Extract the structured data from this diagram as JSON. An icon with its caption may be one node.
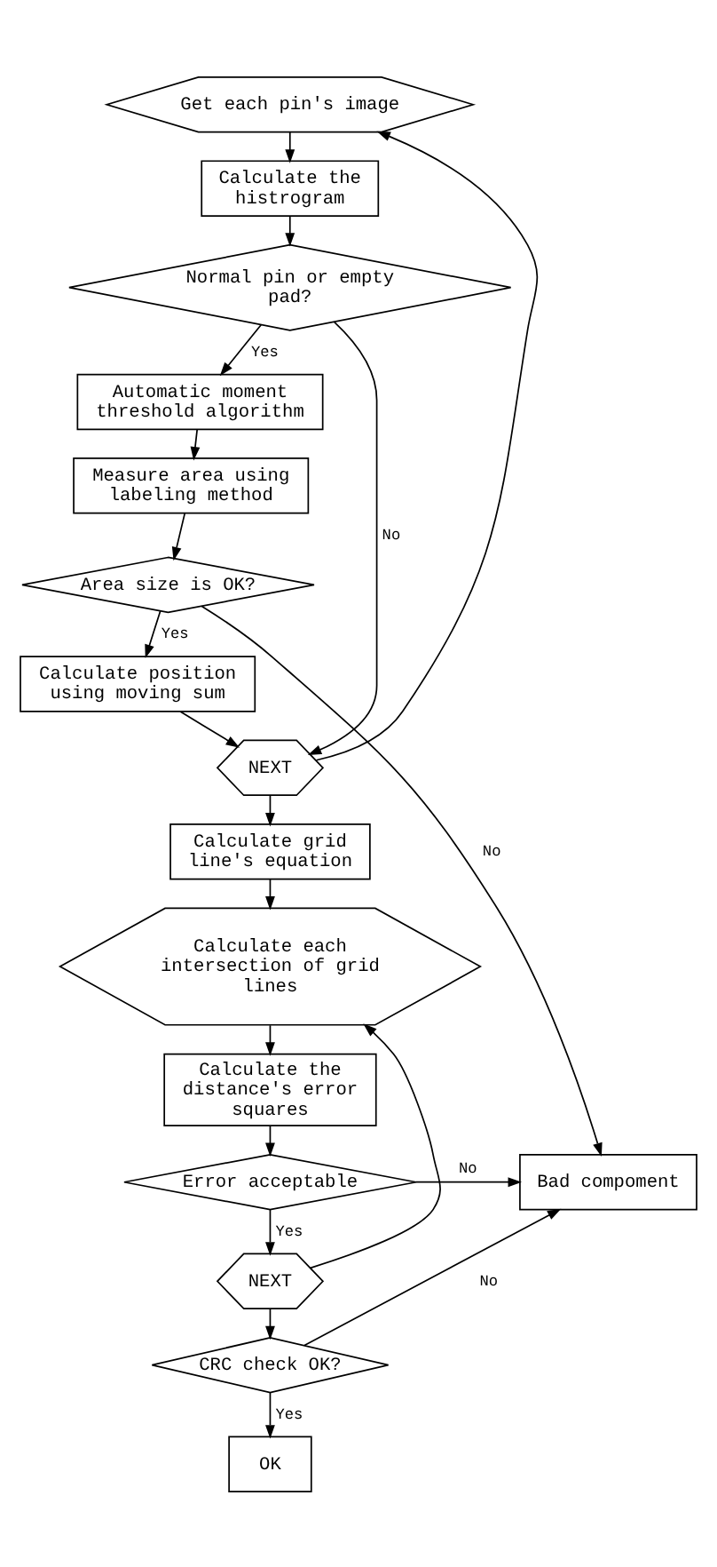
{
  "diagram": {
    "nodes": [
      {
        "text": [
          "Get each pin's image"
        ]
      },
      {
        "text": [
          "Calculate the histrogram"
        ]
      },
      {
        "text": [
          "Normal pin or empty pad?"
        ]
      },
      {
        "text": [
          "Automatic moment threshold algorithm"
        ]
      },
      {
        "text": [
          "Measure area using labeling method"
        ]
      },
      {
        "text": [
          "Area size is OK?"
        ]
      },
      {
        "text": [
          "Calculate position using moving sum"
        ]
      },
      {
        "text": [
          "NEXT"
        ]
      },
      {
        "text": [
          "Calculate grid line's equation"
        ]
      },
      {
        "text": [
          "Calculate each intersection of grid lines"
        ]
      },
      {
        "text": [
          "Calculate the distance's error squares"
        ]
      },
      {
        "text": [
          "Error acceptable"
        ]
      },
      {
        "text": [
          "Bad compoment"
        ]
      },
      {
        "text": [
          "NEXT"
        ]
      },
      {
        "text": [
          "CRC check OK?"
        ]
      },
      {
        "text": [
          "OK"
        ]
      }
    ],
    "edges": [
      {
        "from": 0,
        "to": 1,
        "arrow": "to"
      },
      {
        "from": 1,
        "to": 2,
        "arrow": "to"
      },
      {
        "from": 2,
        "to": 3,
        "arrow": "to",
        "label": "Yes"
      },
      {
        "from": 2,
        "to": 7,
        "arrow": "to",
        "label": "No"
      },
      {
        "from": 3,
        "to": 4,
        "arrow": "to"
      },
      {
        "from": 4,
        "to": 5,
        "arrow": "to"
      },
      {
        "from": 5,
        "to": 6,
        "arrow": "to",
        "label": "Yes"
      },
      {
        "from": 5,
        "to": 12,
        "arrow": "to",
        "label": "No"
      },
      {
        "from": 6,
        "to": 7,
        "arrow": "to"
      },
      {
        "from": 7,
        "to": 0,
        "arrow": "to"
      },
      {
        "from": 7,
        "to": 8,
        "arrow": "to"
      },
      {
        "from": 8,
        "to": 9,
        "arrow": "to"
      },
      {
        "from": 9,
        "to": 10,
        "arrow": "to"
      },
      {
        "from": 10,
        "to": 11,
        "arrow": "to"
      },
      {
        "from": 11,
        "to": 12,
        "arrow": "to",
        "label": "No"
      },
      {
        "from": 11,
        "to": 13,
        "arrow": "to",
        "label": "Yes"
      },
      {
        "from": 13,
        "to": 9,
        "arrow": "to"
      },
      {
        "from": 13,
        "to": 14,
        "arrow": "to"
      },
      {
        "from": 14,
        "to": 12,
        "arrow": "to",
        "label": "No"
      },
      {
        "from": 14,
        "to": 15,
        "arrow": "to",
        "label": "Yes"
      }
    ]
  }
}
